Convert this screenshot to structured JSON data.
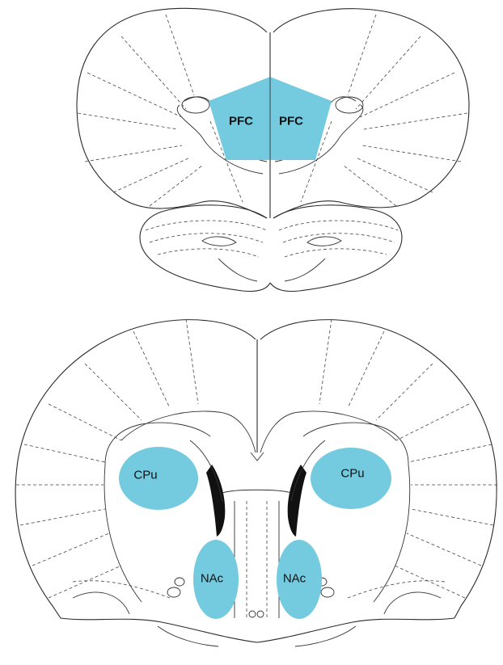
{
  "regions": [
    {
      "id": "pfc-left",
      "label": "PFC"
    },
    {
      "id": "pfc-right",
      "label": "PFC"
    },
    {
      "id": "cpu-left",
      "label": "CPu"
    },
    {
      "id": "cpu-right",
      "label": "CPu"
    },
    {
      "id": "nac-left",
      "label": "NAc"
    },
    {
      "id": "nac-right",
      "label": "NAc"
    }
  ],
  "colors": {
    "region_fill": "#74cbe0",
    "ventricle_fill": "#111111",
    "outline": "#2a2a2a"
  }
}
